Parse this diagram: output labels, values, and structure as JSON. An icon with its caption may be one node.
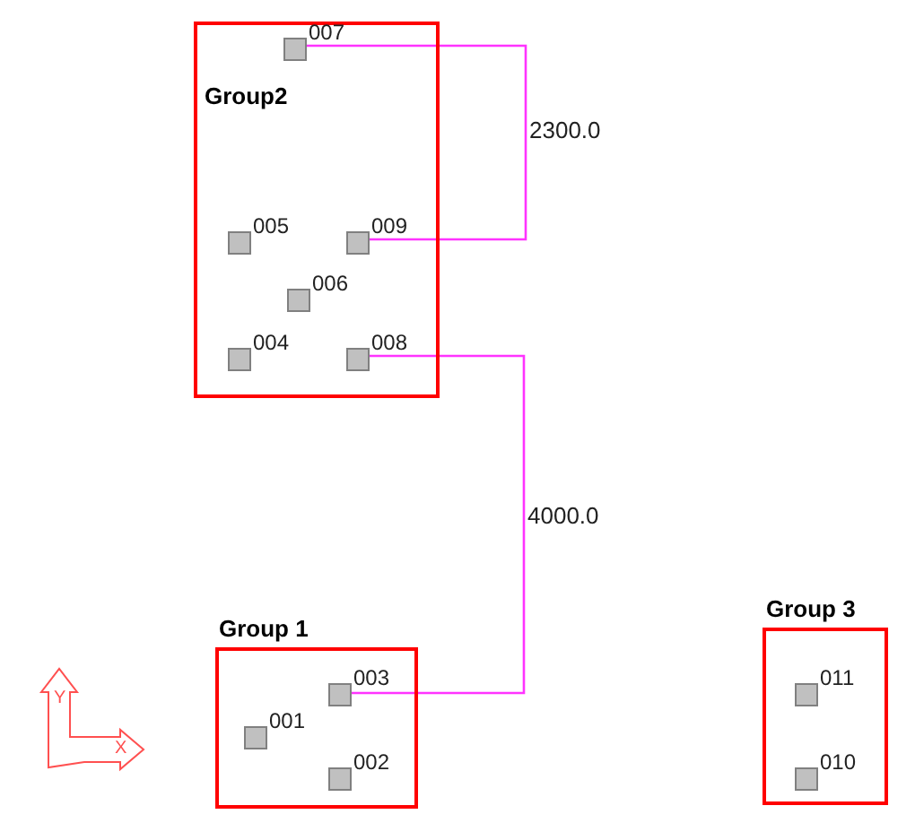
{
  "diagram": {
    "nodes": [
      {
        "text": [
          "Group2"
        ]
      },
      {
        "text": [
          "007"
        ],
        "in": 0
      },
      {
        "text": [
          "005"
        ],
        "in": 0
      },
      {
        "text": [
          "009"
        ],
        "in": 0
      },
      {
        "text": [
          "006"
        ],
        "in": 0
      },
      {
        "text": [
          "004"
        ],
        "in": 0
      },
      {
        "text": [
          "008"
        ],
        "in": 0
      },
      {
        "text": [
          "Group 1"
        ]
      },
      {
        "text": [
          "003"
        ],
        "in": 7
      },
      {
        "text": [
          "001"
        ],
        "in": 7
      },
      {
        "text": [
          "002"
        ],
        "in": 7
      },
      {
        "text": [
          "Group 3"
        ]
      },
      {
        "text": [
          "011"
        ],
        "in": 11
      },
      {
        "text": [
          "010"
        ],
        "in": 11
      }
    ],
    "labels": [
      "2300.0",
      "4000.0",
      "Y",
      "X"
    ]
  }
}
